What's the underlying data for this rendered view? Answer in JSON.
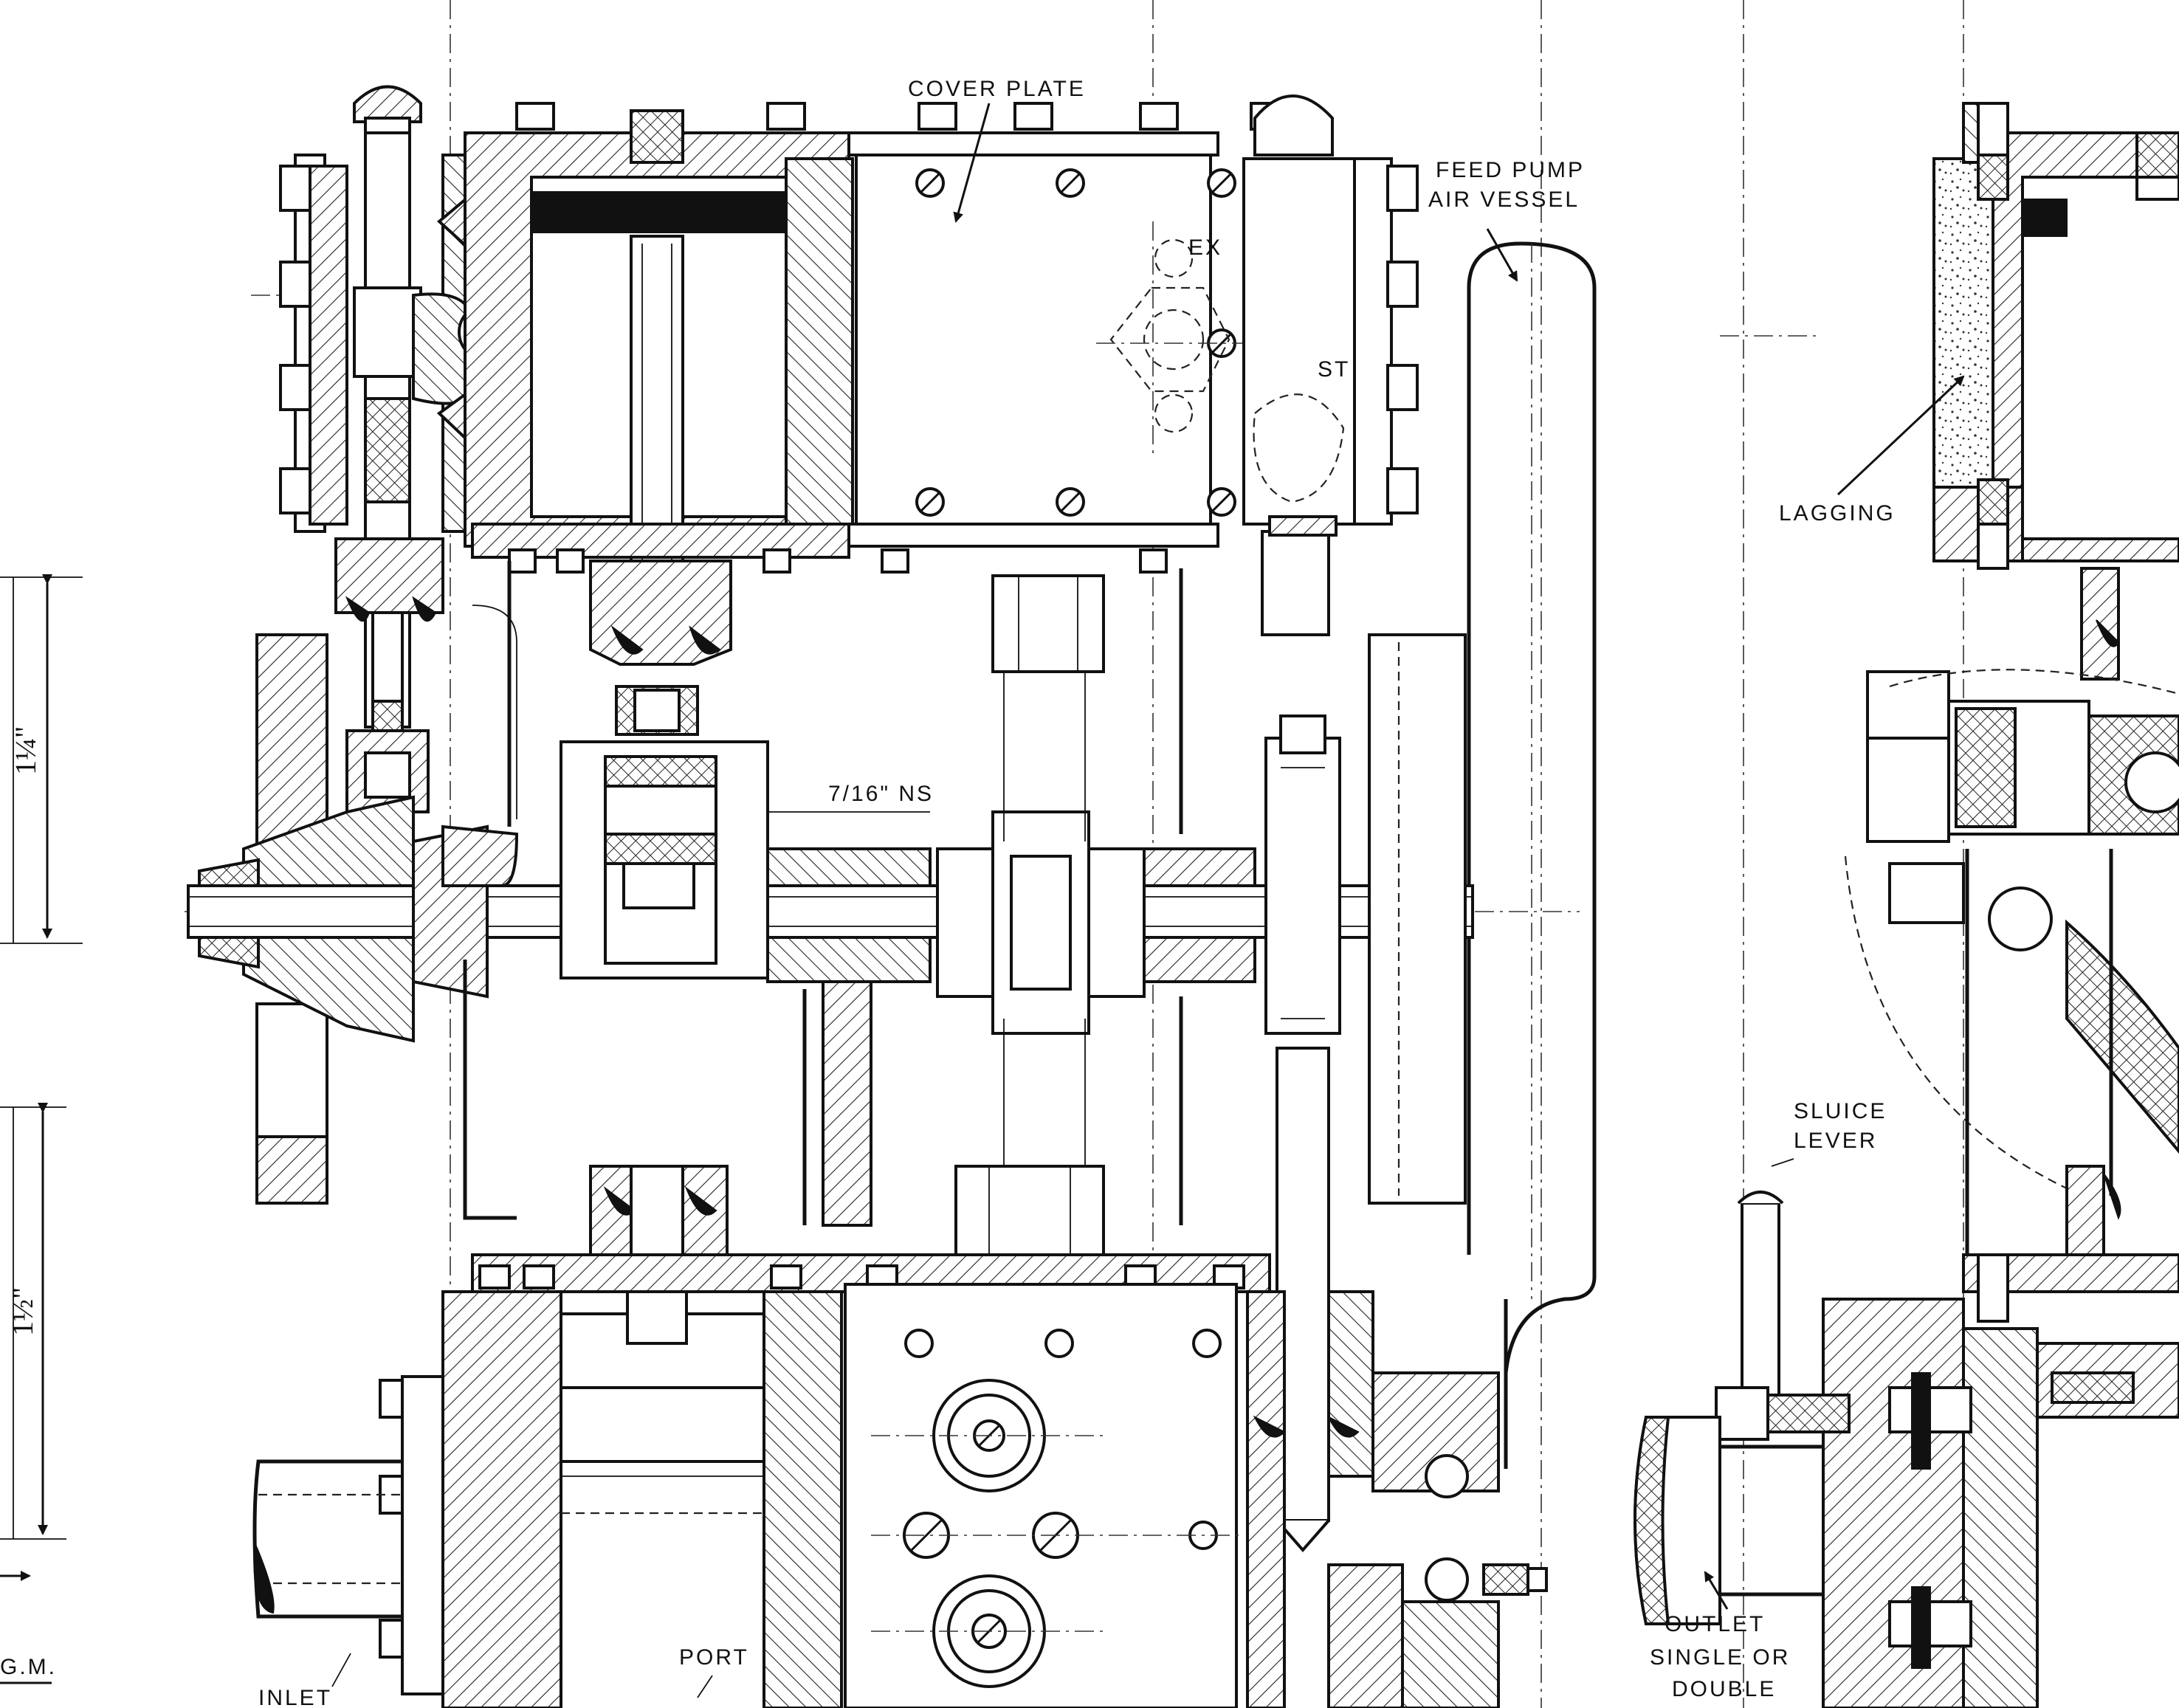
{
  "labels": {
    "cover_plate": "COVER  PLATE",
    "feed_pump_line1": "FEED  PUMP",
    "feed_pump_line2": "AIR  VESSEL",
    "ex": "EX",
    "st": "ST",
    "lagging": "LAGGING",
    "sluice_line1": "SLUICE",
    "sluice_line2": "LEVER",
    "outlet_line1": "OUTLET",
    "outlet_line2": "SINGLE  OR",
    "outlet_line3": "DOUBLE",
    "port": "PORT",
    "inlet": "INLET",
    "gm": "G.M.",
    "ns_size": "7/16\" NS",
    "dim_upper": "1¼\"",
    "dim_lower": "1½\""
  }
}
